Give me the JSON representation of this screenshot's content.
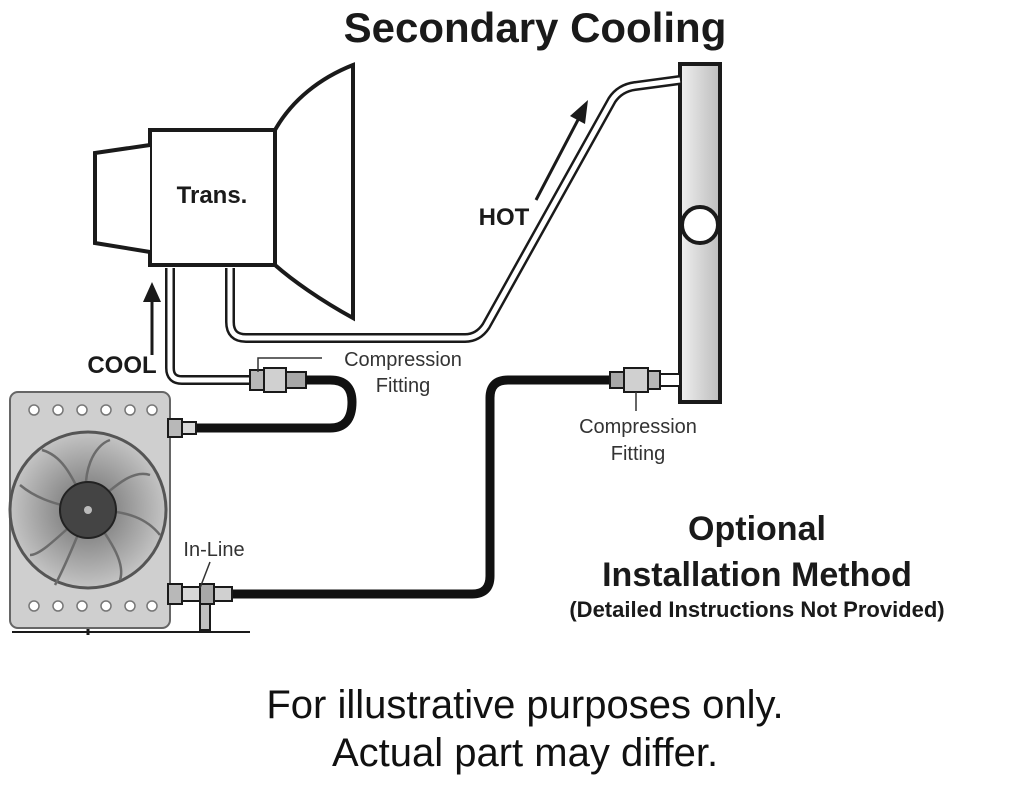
{
  "title": "Secondary Cooling",
  "labels": {
    "trans": "Trans.",
    "hot": "HOT",
    "cool": "COOL",
    "compression_fitting_top": [
      "Compression",
      "Fitting"
    ],
    "compression_fitting_right": [
      "Compression",
      "Fitting"
    ],
    "inline": "In-Line"
  },
  "optional": {
    "line1": "Optional",
    "line2": "Installation Method",
    "line3": "(Detailed Instructions Not Provided)"
  },
  "footer": {
    "line1": "For illustrative purposes only.",
    "line2": "Actual part may differ."
  },
  "colors": {
    "line": "#1a1a1a",
    "radiator_fill": "#d8d8d8",
    "cooler_fill": "#c9c9c9",
    "fitting_fill": "#b8b8b8"
  },
  "icons": [
    "arrow-up-icon",
    "arrow-diagonal-icon",
    "fan-icon"
  ]
}
